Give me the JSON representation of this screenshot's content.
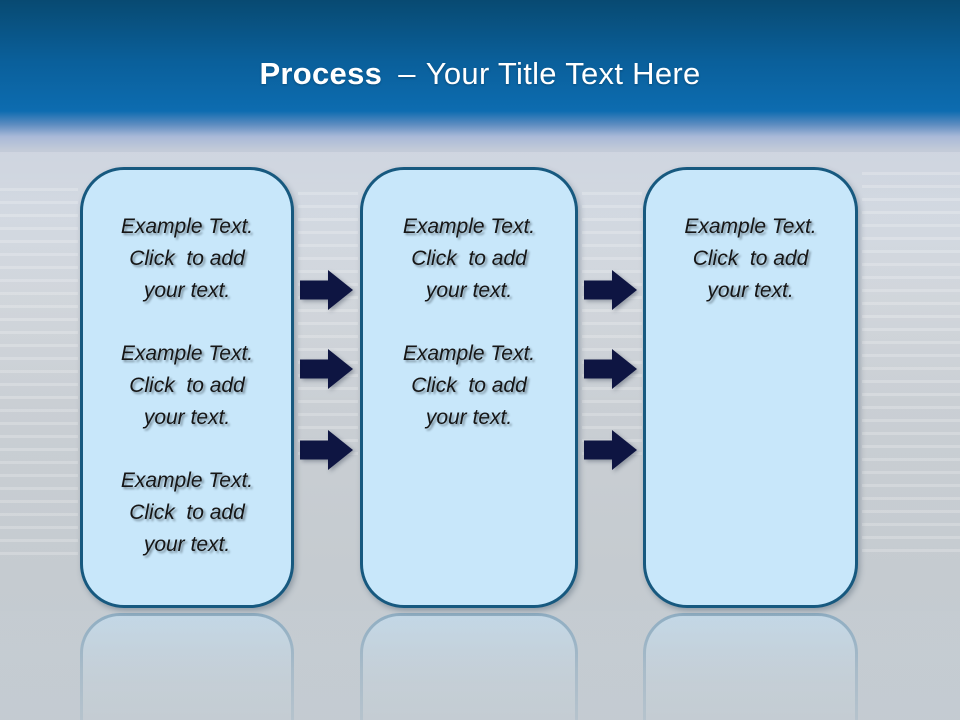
{
  "title": {
    "primary": "Process",
    "separator": "–",
    "secondary": "Your Title Text Here"
  },
  "boxes": [
    {
      "name": "step-1",
      "blocks": [
        "Example Text.\nClick  to add\nyour text.",
        "Example Text.\nClick  to add\nyour text.",
        "Example Text.\nClick  to add\nyour text."
      ]
    },
    {
      "name": "step-2",
      "blocks": [
        "Example Text.\nClick  to add\nyour text.",
        "Example Text.\nClick  to add\nyour text."
      ]
    },
    {
      "name": "step-3",
      "blocks": [
        "Example Text.\nClick  to add\nyour text."
      ]
    }
  ],
  "arrows": {
    "direction": "right",
    "between_step_1_and_2": 3,
    "between_step_2_and_3": 3
  },
  "colors": {
    "header_gradient_top": "#084a72",
    "header_gradient_bottom": "#0d6cb0",
    "title_text": "#ffffff",
    "box_fill": "#c8e7fa",
    "box_border": "#17597f",
    "arrow_fill": "#0e1542",
    "body_text": "#161616",
    "background_gray": "#c6cdd3"
  }
}
